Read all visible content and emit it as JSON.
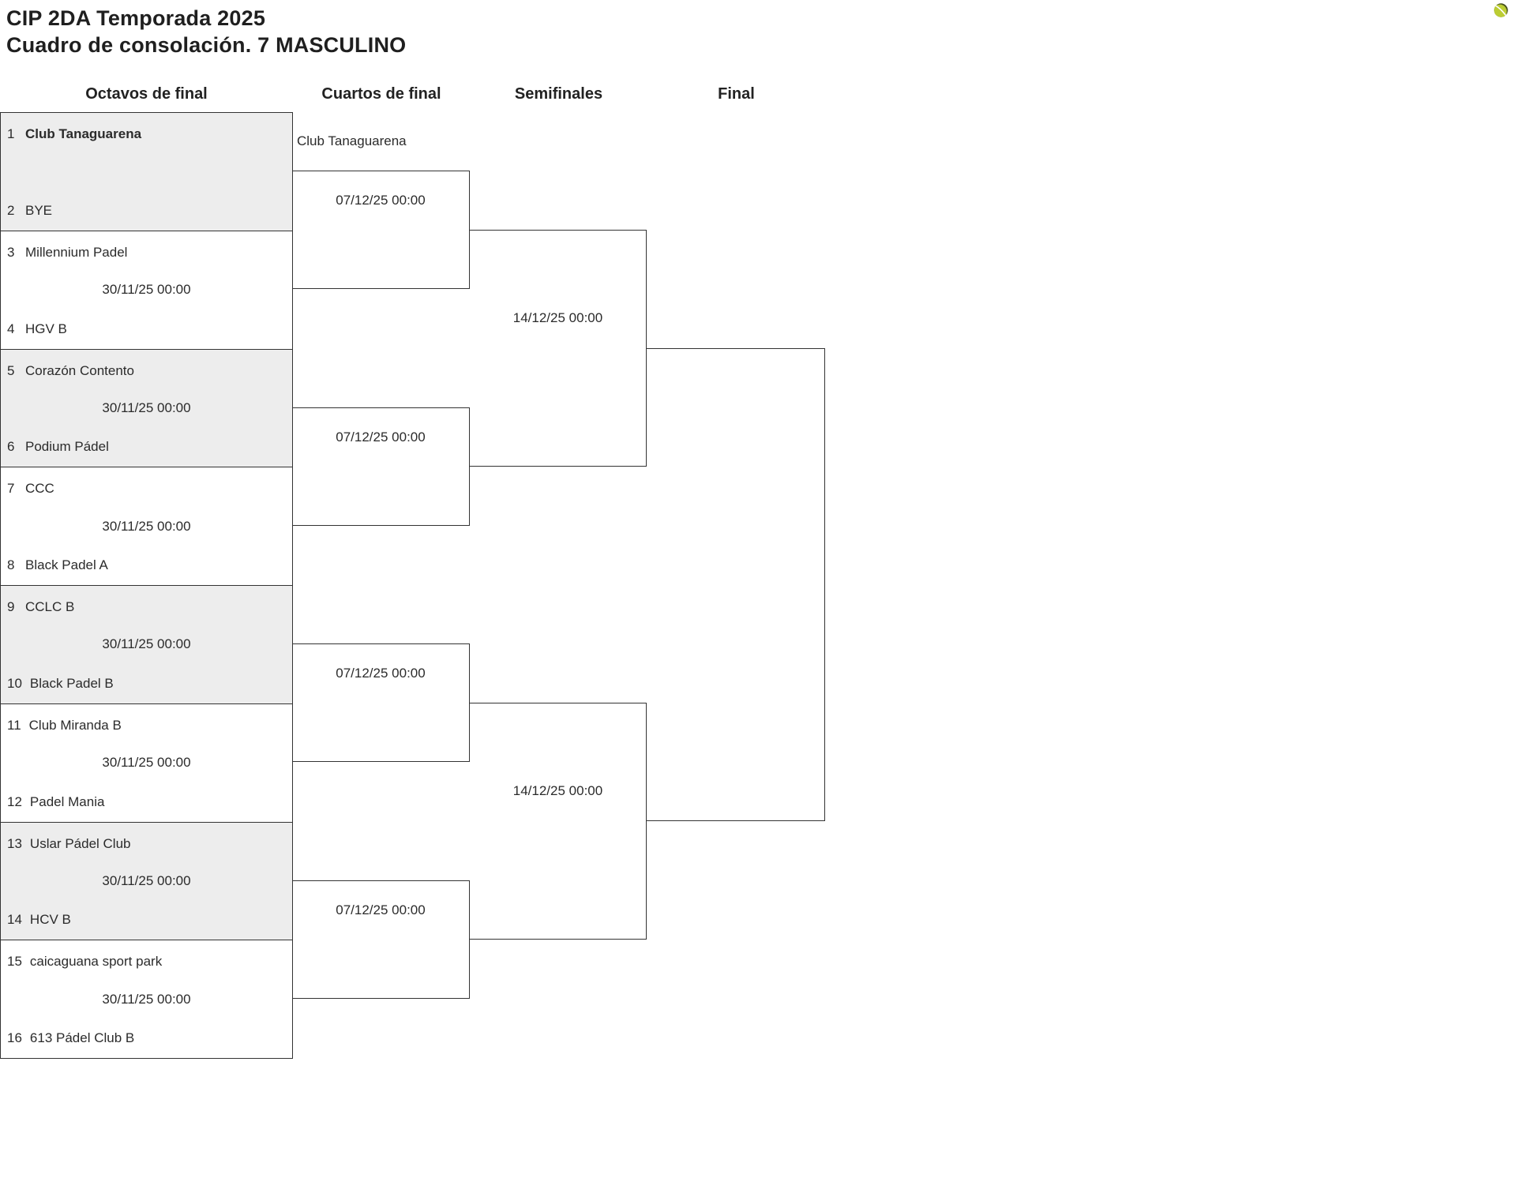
{
  "page": {
    "title_line1": "CIP 2DA Temporada 2025",
    "title_line2": "Cuadro de consolación. 7 MASCULINO"
  },
  "columns": [
    {
      "label": "Octavos de final"
    },
    {
      "label": "Cuartos de final"
    },
    {
      "label": "Semifinales"
    },
    {
      "label": "Final"
    }
  ],
  "round_of_16": [
    {
      "seed1": "1",
      "team1": "Club Tanaguarena",
      "seed2": "2",
      "team2": "BYE",
      "date": ""
    },
    {
      "seed1": "3",
      "team1": "Millennium Padel",
      "seed2": "4",
      "team2": "HGV B",
      "date": "30/11/25 00:00"
    },
    {
      "seed1": "5",
      "team1": "Corazón Contento",
      "seed2": "6",
      "team2": "Podium Pádel",
      "date": "30/11/25 00:00"
    },
    {
      "seed1": "7",
      "team1": "CCC",
      "seed2": "8",
      "team2": "Black Padel A",
      "date": "30/11/25 00:00"
    },
    {
      "seed1": "9",
      "team1": "CCLC B",
      "seed2": "10",
      "team2": "Black Padel B",
      "date": "30/11/25 00:00"
    },
    {
      "seed1": "11",
      "team1": "Club Miranda B",
      "seed2": "12",
      "team2": "Padel Mania",
      "date": "30/11/25 00:00"
    },
    {
      "seed1": "13",
      "team1": "Uslar Pádel Club",
      "seed2": "14",
      "team2": "HCV B",
      "date": "30/11/25 00:00"
    },
    {
      "seed1": "15",
      "team1": "caicaguana sport park",
      "seed2": "16",
      "team2": "613 Pádel Club B",
      "date": "30/11/25 00:00"
    }
  ],
  "quarterfinals": {
    "advanced_team": "Club Tanaguarena",
    "matches": [
      {
        "date": "07/12/25 00:00"
      },
      {
        "date": "07/12/25 00:00"
      },
      {
        "date": "07/12/25 00:00"
      },
      {
        "date": "07/12/25 00:00"
      }
    ]
  },
  "semifinals": {
    "matches": [
      {
        "date": "14/12/25 00:00"
      },
      {
        "date": "14/12/25 00:00"
      }
    ]
  },
  "final": {
    "date": ""
  },
  "icons": {
    "ball_icon": "tennis-ball-icon"
  },
  "colors": {
    "cell_alt_bg": "#ededed",
    "border": "#333333",
    "text": "#2b2b2b",
    "ball_body": "#bccd33",
    "ball_shadow": "#47511c",
    "ball_seam": "#ffffff"
  }
}
